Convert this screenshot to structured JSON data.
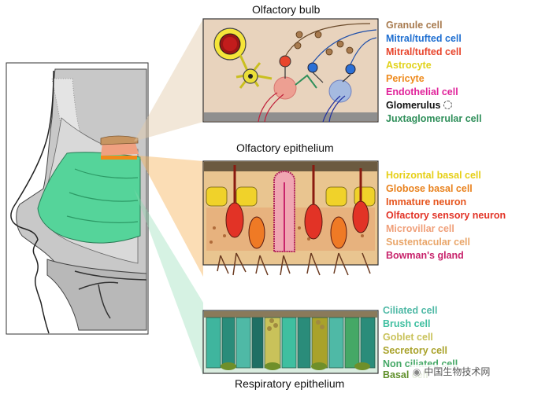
{
  "titles": {
    "bulb": "Olfactory bulb",
    "epithelium": "Olfactory epithelium",
    "respiratory": "Respiratory epithelium"
  },
  "bulb_legend": [
    {
      "text": "Granule cell",
      "color": "#a87b4f"
    },
    {
      "text": "Mitral/tufted cell",
      "color": "#1f6fd1"
    },
    {
      "text": "Mitral/tufted cell",
      "color": "#e8452c"
    },
    {
      "text": "Astrocyte",
      "color": "#e1d21a"
    },
    {
      "text": "Pericyte",
      "color": "#ee8a1c"
    },
    {
      "text": "Endothelial cell",
      "color": "#e0229a"
    },
    {
      "text": "Glomerulus",
      "color": "#111111"
    },
    {
      "text": "Juxtaglomerular cell",
      "color": "#2f8f5a"
    }
  ],
  "epithelium_legend": [
    {
      "text": "Horizontal basal cell",
      "color": "#e6cf16"
    },
    {
      "text": "Globose basal cell",
      "color": "#e9821e"
    },
    {
      "text": "Immature neuron",
      "color": "#e6541d"
    },
    {
      "text": "Olfactory sensory neuron",
      "color": "#e23326"
    },
    {
      "text": "Microvillar cell",
      "color": "#f0a07a"
    },
    {
      "text": "Sustentacular cell",
      "color": "#e9a66a"
    },
    {
      "text": "Bowman's gland",
      "color": "#c8246c"
    }
  ],
  "respiratory_legend": [
    {
      "text": "Ciliated cell",
      "color": "#4fb9a6"
    },
    {
      "text": "Brush cell",
      "color": "#3fbfa0"
    },
    {
      "text": "Goblet cell",
      "color": "#c9c25a"
    },
    {
      "text": "Secretory cell",
      "color": "#a9a22a"
    },
    {
      "text": "Non ciliated cell",
      "color": "#45a866"
    },
    {
      "text": "Basal cell",
      "color": "#5f8f2a"
    }
  ],
  "watermark": "中国生物技术网"
}
